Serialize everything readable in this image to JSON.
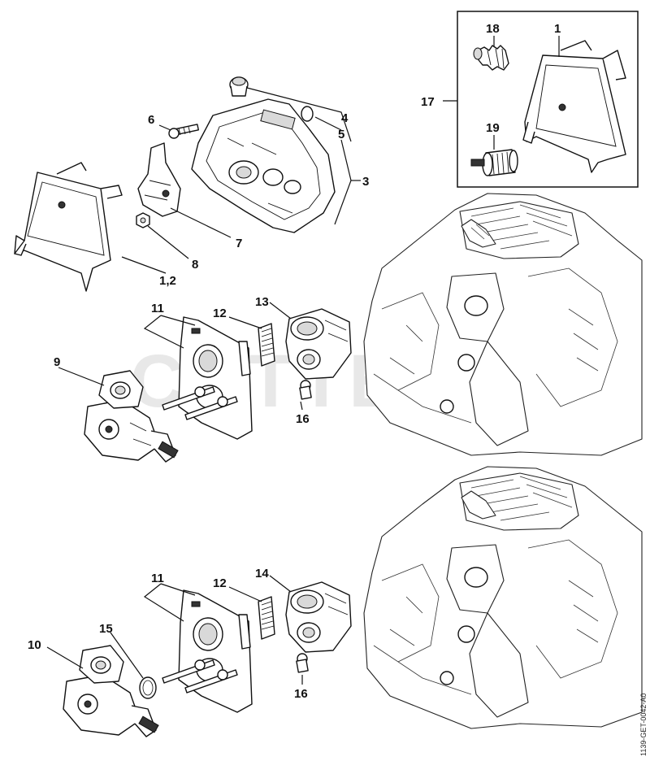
{
  "watermark": "CUTTERS",
  "document_code": "1139-GET-0042-A0",
  "callouts": {
    "c1": "1",
    "c1_2": "1,2",
    "c3": "3",
    "c4": "4",
    "c5": "5",
    "c6": "6",
    "c7": "7",
    "c8": "8",
    "c9": "9",
    "c10": "10",
    "c11_top": "11",
    "c11_bottom": "11",
    "c12_top": "12",
    "c12_bottom": "12",
    "c13": "13",
    "c14": "14",
    "c15": "15",
    "c16_top": "16",
    "c16_bottom": "16",
    "c17": "17",
    "c18": "18",
    "c19": "19"
  },
  "icons": {
    "air_filter": "air-filter-icon",
    "carburetor_box": "carburetor-box-icon",
    "carburetor": "carburetor-icon",
    "intake_manifold": "intake-manifold-icon",
    "engine_housing": "engine-housing-icon"
  }
}
